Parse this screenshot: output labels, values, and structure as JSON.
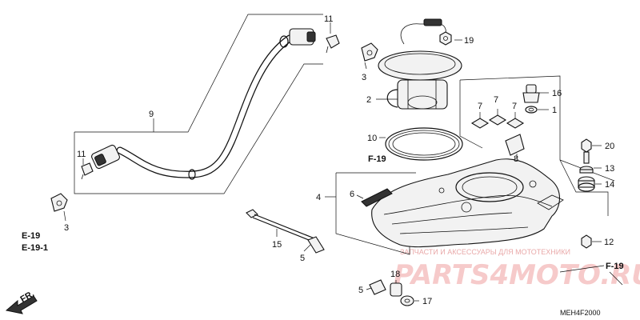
{
  "diagram": {
    "part_callouts": [
      {
        "id": "c-11a",
        "text": "11"
      },
      {
        "id": "c-19",
        "text": "19"
      },
      {
        "id": "c-3a",
        "text": "3"
      },
      {
        "id": "c-2",
        "text": "2"
      },
      {
        "id": "c-9",
        "text": "9"
      },
      {
        "id": "c-16",
        "text": "16"
      },
      {
        "id": "c-7a",
        "text": "7"
      },
      {
        "id": "c-7b",
        "text": "7"
      },
      {
        "id": "c-7c",
        "text": "7"
      },
      {
        "id": "c-1",
        "text": "1"
      },
      {
        "id": "c-10",
        "text": "10"
      },
      {
        "id": "c-20",
        "text": "20"
      },
      {
        "id": "c-11b",
        "text": "11"
      },
      {
        "id": "c-8",
        "text": "8"
      },
      {
        "id": "c-13",
        "text": "13"
      },
      {
        "id": "c-14",
        "text": "14"
      },
      {
        "id": "c-4",
        "text": "4"
      },
      {
        "id": "c-6",
        "text": "6"
      },
      {
        "id": "c-3b",
        "text": "3"
      },
      {
        "id": "c-15",
        "text": "15"
      },
      {
        "id": "c-12",
        "text": "12"
      },
      {
        "id": "c-5a",
        "text": "5"
      },
      {
        "id": "c-18",
        "text": "18"
      },
      {
        "id": "c-5b",
        "text": "5"
      },
      {
        "id": "c-17",
        "text": "17"
      }
    ],
    "reference_codes": [
      {
        "id": "r-f19a",
        "text": "F-19"
      },
      {
        "id": "r-e19",
        "text": "E-19"
      },
      {
        "id": "r-e191",
        "text": "E-19-1"
      },
      {
        "id": "r-f19b",
        "text": "F-19"
      }
    ],
    "front_marker": "FR.",
    "diagram_code": "MEH4F2000",
    "watermark": {
      "tagline": "ЗАПЧАСТИ И АКСЕССУАРЫ ДЛЯ МОТОТЕХНИКИ",
      "brand": "PARTS4MOTO.RU"
    },
    "colors": {
      "line": "#111111",
      "watermark": "#f3b9b9"
    }
  }
}
